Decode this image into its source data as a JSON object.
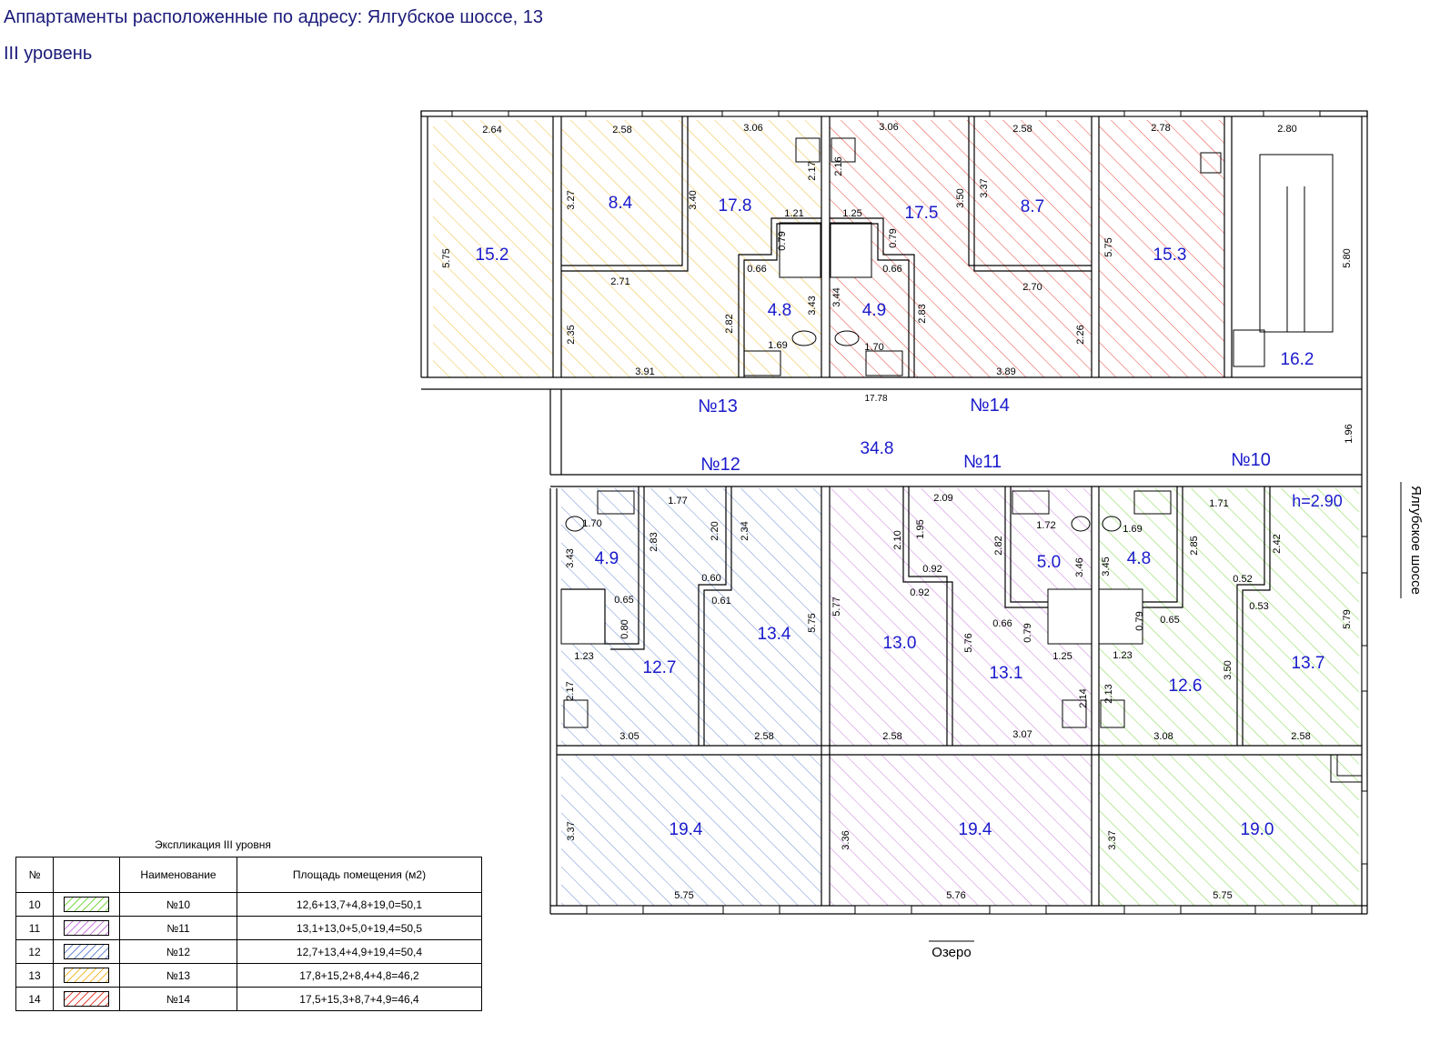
{
  "header": {
    "title": "Аппартаменты расположенные по адресу: Ялгубское шоссе, 13",
    "subtitle": "III уровень"
  },
  "colors": {
    "wall": "#000000",
    "area_text": "#1a1acc",
    "dim_text": "#000000",
    "apt10": "#7dd94a",
    "apt11": "#cc7fe0",
    "apt12": "#6f8fd6",
    "apt13": "#f2bd3a",
    "apt14": "#e8483a"
  },
  "annotations": {
    "street": "Ялгубское шоссе",
    "lake": "Озеро",
    "height": "h=2.90",
    "corridor_length": "17.78"
  },
  "rooms": [
    {
      "area": "15.2",
      "apt": "apt13"
    },
    {
      "area": "8.4",
      "apt": "apt13"
    },
    {
      "area": "17.8",
      "apt": "apt13"
    },
    {
      "area": "4.8",
      "apt": "apt13"
    },
    {
      "area": "17.5",
      "apt": "apt14"
    },
    {
      "area": "4.9",
      "apt": "apt14"
    },
    {
      "area": "8.7",
      "apt": "apt14"
    },
    {
      "area": "15.3",
      "apt": "apt14"
    },
    {
      "area": "16.2",
      "apt": "none"
    },
    {
      "area": "34.8",
      "apt": "none"
    },
    {
      "area": "4.9",
      "apt": "apt12"
    },
    {
      "area": "12.7",
      "apt": "apt12"
    },
    {
      "area": "13.4",
      "apt": "apt12"
    },
    {
      "area": "13.0",
      "apt": "apt11"
    },
    {
      "area": "13.1",
      "apt": "apt11"
    },
    {
      "area": "5.0",
      "apt": "apt11"
    },
    {
      "area": "4.8",
      "apt": "apt10"
    },
    {
      "area": "12.6",
      "apt": "apt10"
    },
    {
      "area": "13.7",
      "apt": "apt10"
    },
    {
      "area": "19.4",
      "apt": "apt12"
    },
    {
      "area": "19.4",
      "apt": "apt11"
    },
    {
      "area": "19.0",
      "apt": "apt10"
    }
  ],
  "apartment_labels": [
    "№13",
    "№14",
    "№12",
    "№11",
    "№10"
  ],
  "dimensions": [
    "2.64",
    "2.58",
    "3.06",
    "3.06",
    "2.58",
    "2.78",
    "2.80",
    "5.75",
    "3.27",
    "3.40",
    "2.17",
    "2.16",
    "3.50",
    "3.37",
    "5.75",
    "5.80",
    "1.21",
    "1.25",
    "0.79",
    "0.79",
    "0.66",
    "0.66",
    "2.71",
    "2.70",
    "2.35",
    "2.82",
    "3.43",
    "3.44",
    "2.83",
    "2.26",
    "1.69",
    "1.70",
    "3.91",
    "3.89",
    "1.96",
    "1.77",
    "2.09",
    "1.71",
    "1.70",
    "2.83",
    "2.20",
    "2.34",
    "2.10",
    "1.95",
    "2.82",
    "1.72",
    "1.69",
    "2.85",
    "2.42",
    "3.43",
    "0.60",
    "0.61",
    "0.92",
    "0.92",
    "3.46",
    "3.45",
    "0.52",
    "0.53",
    "0.65",
    "0.80",
    "5.75",
    "5.77",
    "0.66",
    "0.79",
    "0.79",
    "0.65",
    "5.79",
    "5.76",
    "1.23",
    "1.25",
    "1.23",
    "2.17",
    "2.14",
    "2.13",
    "3.50",
    "3.05",
    "2.58",
    "2.58",
    "3.07",
    "3.08",
    "2.58",
    "3.37",
    "3.36",
    "3.37",
    "5.75",
    "5.76",
    "5.75"
  ],
  "legend": {
    "caption": "Экспликация III уровня",
    "headers": {
      "num": "№",
      "swatch": "",
      "name": "Наименование",
      "area": "Площадь помещения (м2)"
    },
    "rows": [
      {
        "num": "10",
        "name": "№10",
        "area": "12,6+13,7+4,8+19,0=50,1",
        "color": "#7dd94a"
      },
      {
        "num": "11",
        "name": "№11",
        "area": "13,1+13,0+5,0+19,4=50,5",
        "color": "#cc7fe0"
      },
      {
        "num": "12",
        "name": "№12",
        "area": "12,7+13,4+4,9+19,4=50,4",
        "color": "#6f8fd6"
      },
      {
        "num": "13",
        "name": "№13",
        "area": "17,8+15,2+8,4+4,8=46,2",
        "color": "#f2bd3a"
      },
      {
        "num": "14",
        "name": "№14",
        "area": "17,5+15,3+8,7+4,9=46,4",
        "color": "#e8483a"
      }
    ]
  }
}
